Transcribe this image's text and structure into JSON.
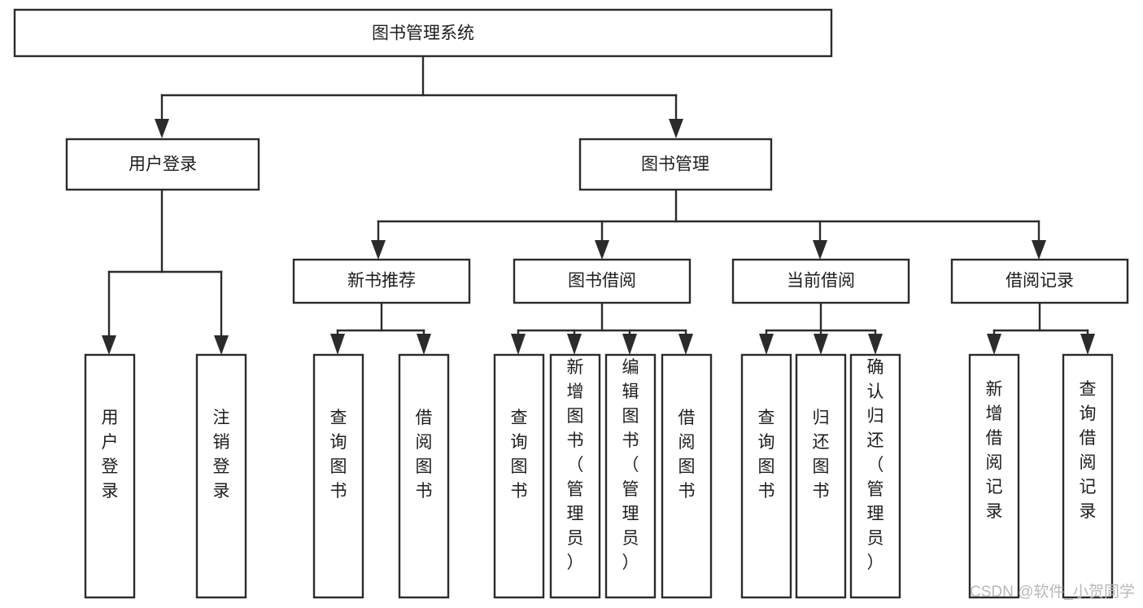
{
  "diagram": {
    "title": "图书管理系统",
    "type": "functional-structure-tree",
    "orientation": "top-down",
    "watermark": "CSDN @软件_小贺同学",
    "colors": {
      "background": "#ffffff",
      "box_fill": "#ffffff",
      "stroke": "#2b2b2b",
      "text": "#1d1d1d",
      "watermark": "#b8b8b8"
    },
    "levels": [
      {
        "level": 1,
        "nodes": [
          {
            "id": "root",
            "label": "图书管理系统",
            "orientation": "horizontal"
          }
        ]
      },
      {
        "level": 2,
        "nodes": [
          {
            "id": "user-login",
            "label": "用户登录",
            "orientation": "horizontal",
            "parent": "root"
          },
          {
            "id": "book-manage",
            "label": "图书管理",
            "orientation": "horizontal",
            "parent": "root"
          }
        ]
      },
      {
        "level": 3,
        "nodes": [
          {
            "id": "new-book-rec",
            "label": "新书推荐",
            "orientation": "horizontal",
            "parent": "book-manage"
          },
          {
            "id": "book-borrow",
            "label": "图书借阅",
            "orientation": "horizontal",
            "parent": "book-manage"
          },
          {
            "id": "current-borrow",
            "label": "当前借阅",
            "orientation": "horizontal",
            "parent": "book-manage"
          },
          {
            "id": "borrow-record",
            "label": "借阅记录",
            "orientation": "horizontal",
            "parent": "book-manage"
          }
        ]
      },
      {
        "level": 4,
        "nodes": [
          {
            "id": "leaf-user-login",
            "label": "用户登录",
            "orientation": "vertical",
            "parent": "user-login"
          },
          {
            "id": "leaf-logout",
            "label": "注销登录",
            "orientation": "vertical",
            "parent": "user-login"
          },
          {
            "id": "leaf-query-book-1",
            "label": "查询图书",
            "orientation": "vertical",
            "parent": "new-book-rec"
          },
          {
            "id": "leaf-borrow-book-1",
            "label": "借阅图书",
            "orientation": "vertical",
            "parent": "new-book-rec"
          },
          {
            "id": "leaf-query-book-2",
            "label": "查询图书",
            "orientation": "vertical",
            "parent": "book-borrow"
          },
          {
            "id": "leaf-add-book",
            "label": "新增图书（管理员）",
            "orientation": "vertical",
            "parent": "book-borrow"
          },
          {
            "id": "leaf-edit-book",
            "label": "编辑图书（管理员）",
            "orientation": "vertical",
            "parent": "book-borrow"
          },
          {
            "id": "leaf-borrow-book-2",
            "label": "借阅图书",
            "orientation": "vertical",
            "parent": "book-borrow"
          },
          {
            "id": "leaf-query-book-3",
            "label": "查询图书",
            "orientation": "vertical",
            "parent": "current-borrow"
          },
          {
            "id": "leaf-return-book",
            "label": "归还图书",
            "orientation": "vertical",
            "parent": "current-borrow"
          },
          {
            "id": "leaf-confirm-return",
            "label": "确认归还（管理员）",
            "orientation": "vertical",
            "parent": "current-borrow"
          },
          {
            "id": "leaf-add-record",
            "label": "新增借阅记录",
            "orientation": "vertical",
            "parent": "borrow-record"
          },
          {
            "id": "leaf-query-record",
            "label": "查询借阅记录",
            "orientation": "vertical",
            "parent": "borrow-record"
          }
        ]
      }
    ]
  }
}
